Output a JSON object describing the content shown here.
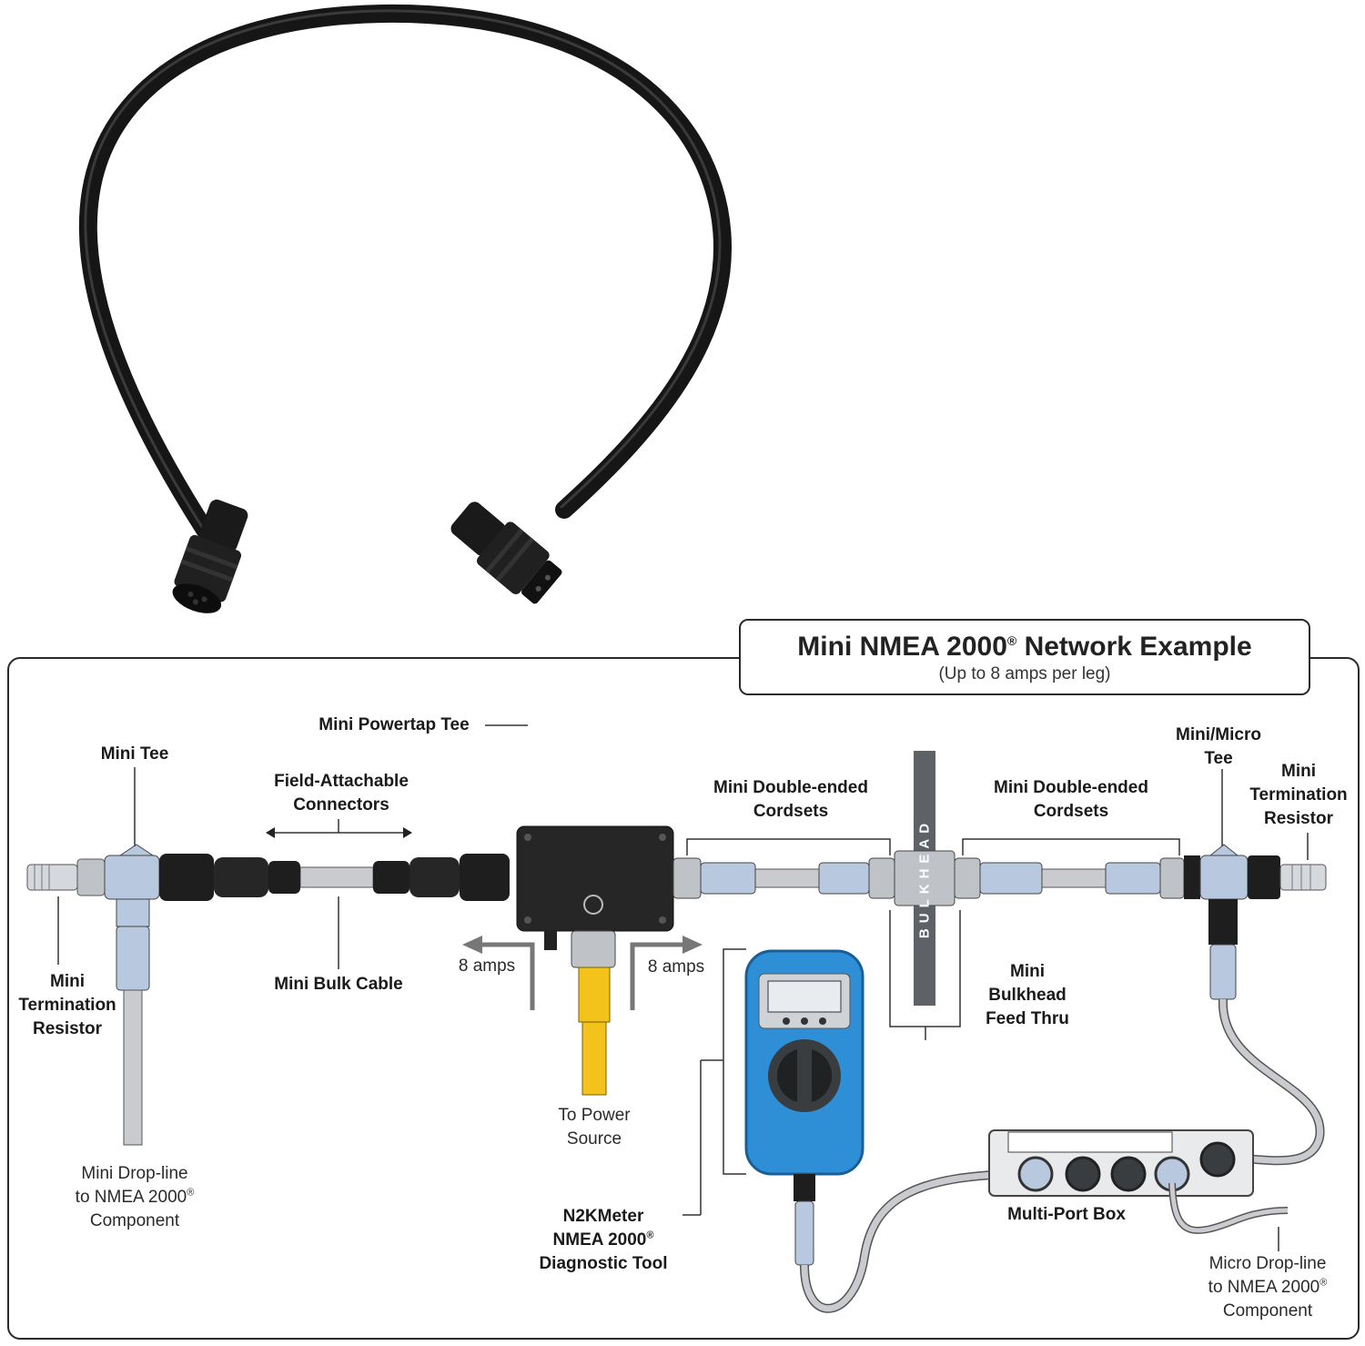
{
  "diagram": {
    "title": "Mini NMEA 2000",
    "title_mark": "®",
    "title_suffix": " Network Example",
    "subtitle": "(Up to 8 amps per leg)"
  },
  "labels": {
    "mini_tee": "Mini Tee",
    "mini_powertap_tee": "Mini Powertap Tee",
    "field_attachable_1": "Field-Attachable",
    "field_attachable_2": "Connectors",
    "cordsets_left_1": "Mini Double-ended",
    "cordsets_left_2": "Cordsets",
    "cordsets_right_1": "Mini Double-ended",
    "cordsets_right_2": "Cordsets",
    "mini_micro_tee_1": "Mini/Micro",
    "mini_micro_tee_2": "Tee",
    "term_right_1": "Mini",
    "term_right_2": "Termination",
    "term_right_3": "Resistor",
    "term_left_1": "Mini",
    "term_left_2": "Termination",
    "term_left_3": "Resistor",
    "mini_bulk_cable": "Mini Bulk Cable",
    "amps_left": "8 amps",
    "amps_right": "8 amps",
    "bulkhead_1": "Mini",
    "bulkhead_2": "Bulkhead",
    "bulkhead_3": "Feed Thru",
    "bulkhead_panel": "BULKHEAD",
    "power_1": "To Power",
    "power_2": "Source",
    "drop_mini_1": "Mini Drop-line",
    "drop_mini_2": "to NMEA 2000",
    "drop_mini_2_mark": "®",
    "drop_mini_3": "Component",
    "n2k_1": "N2KMeter",
    "n2k_2": "NMEA 2000",
    "n2k_2_mark": "®",
    "n2k_3": "Diagnostic Tool",
    "multiport": "Multi-Port Box",
    "drop_micro_1": "Micro Drop-line",
    "drop_micro_2": "to NMEA 2000",
    "drop_micro_2_mark": "®",
    "drop_micro_3": "Component"
  },
  "colors": {
    "cable_black": "#1c1c1c",
    "connector_blue": "#b7c8df",
    "cable_gray": "#c9cbce",
    "power_yellow": "#f3c21b",
    "meter_blue": "#2e8fd6",
    "outline": "#2a2a2a"
  },
  "icons": {
    "bullet": "arrow-icon"
  }
}
